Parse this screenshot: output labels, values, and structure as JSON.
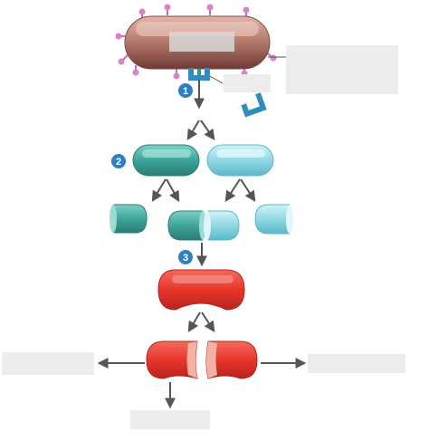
{
  "diagram": {
    "steps": [
      {
        "number": "1"
      },
      {
        "number": "2"
      },
      {
        "number": "3"
      }
    ],
    "labels": {
      "bacterium_label": "",
      "antigen_label": "",
      "fragment_label": "",
      "left_outcome_label": "",
      "right_outcome_label": "",
      "bottom_outcome_label": ""
    },
    "colors": {
      "bacterium": "#b4776e",
      "spike": "#d783c8",
      "receptor": "#2e8cbf",
      "b_cell_dark": "#3fa8a0",
      "b_cell_light": "#8fd8e4",
      "plasma_cell": "#e8352b",
      "arrow": "#555555",
      "step_circle": "#2e7fc0",
      "label_box": "#ececec"
    }
  }
}
